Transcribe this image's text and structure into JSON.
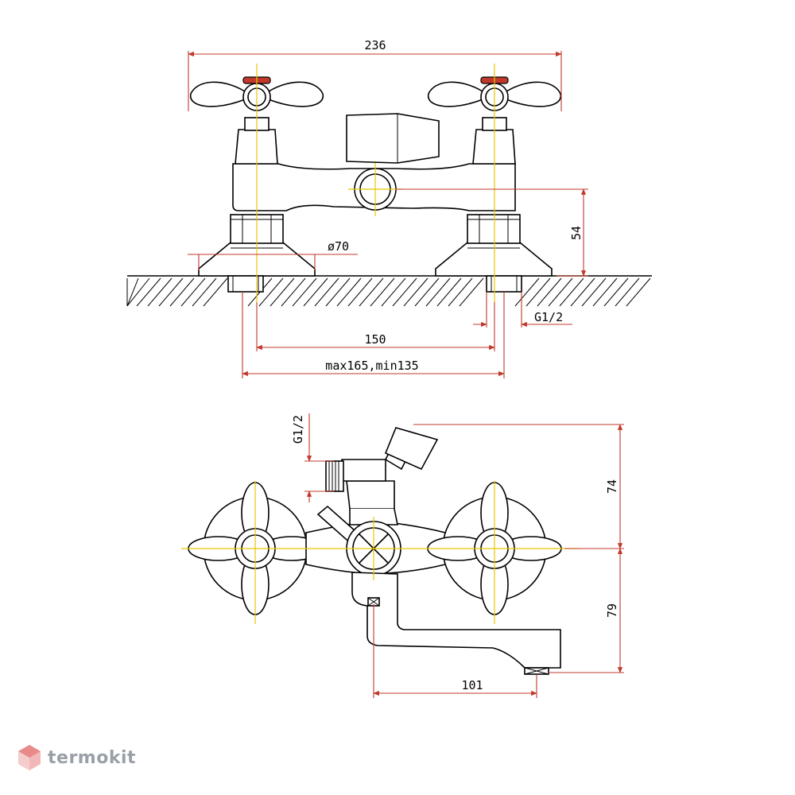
{
  "dimensions": {
    "front_width": "236",
    "flange_diameter": "ø70",
    "height": "54",
    "inlet_thread": "G1/2",
    "center_distance": "150",
    "adjust_range": "max165,min135",
    "top_thread": "G1/2",
    "upper_height": "74",
    "lower_height": "79",
    "spout_reach": "101"
  },
  "watermark": {
    "brand": "termokit"
  },
  "colors": {
    "dimension": "#c0392b",
    "centerline": "#e8c800",
    "outline": "#000000",
    "handle_cap": "#c0392b"
  }
}
